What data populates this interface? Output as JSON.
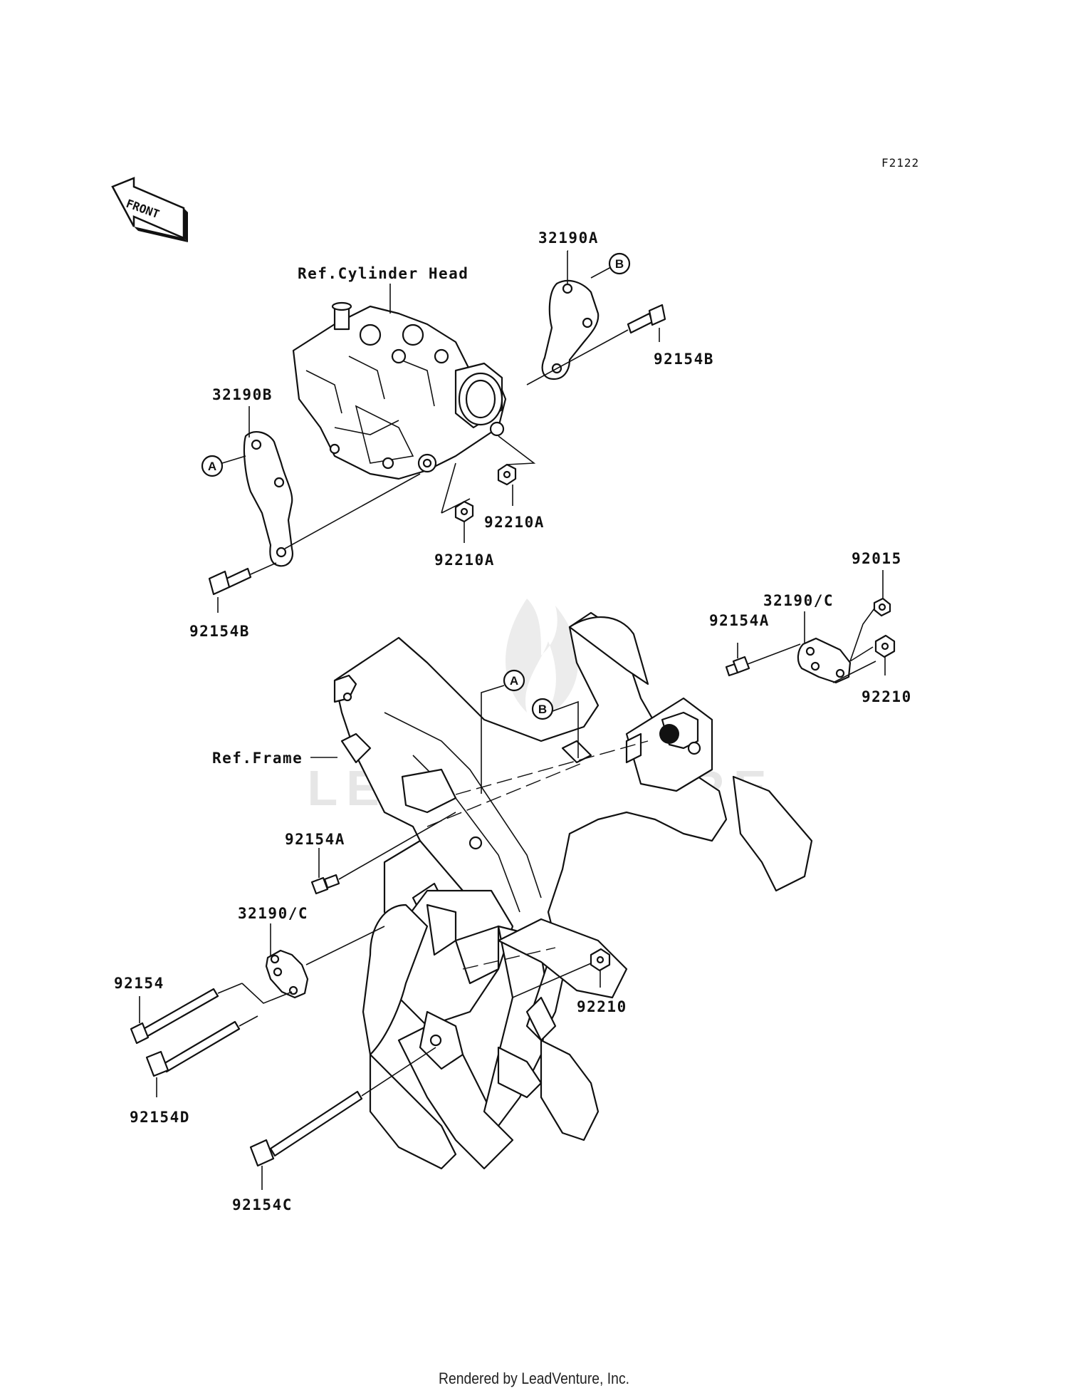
{
  "figure_code": "F2122",
  "front_arrow_label": "FRONT",
  "watermark": "LEADVENTURE",
  "reference_labels": {
    "cylinder_head": "Ref.Cylinder Head",
    "frame": "Ref.Frame"
  },
  "connectors": {
    "a": "A",
    "b": "B"
  },
  "part_callouts": {
    "bracket_upper_right": "32190A",
    "bolt_upper_right": "92154B",
    "bracket_upper_left": "32190B",
    "bolt_upper_left": "92154B",
    "nut_head_right": "92210A",
    "nut_head_left": "92210A",
    "collar_right": "92015",
    "bracket_right": "32190/C",
    "bolt_right_short": "92154A",
    "nut_right": "92210",
    "bolt_left_short": "92154A",
    "bracket_left": "32190/C",
    "bolt_long": "92154",
    "bolt_long_d": "92154D",
    "nut_lower": "92210",
    "bolt_long_c": "92154C"
  },
  "footer": "Rendered by LeadVenture, Inc."
}
